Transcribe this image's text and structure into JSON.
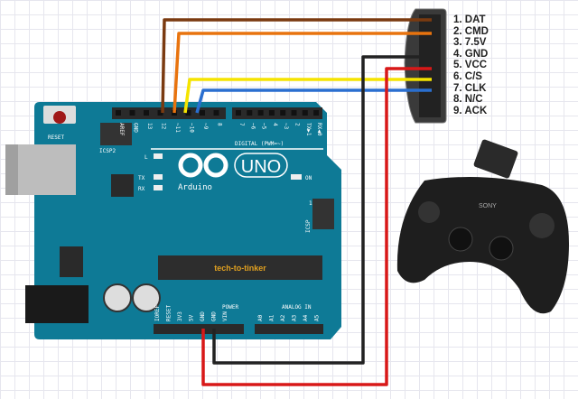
{
  "connector": {
    "pins": [
      "1. DAT",
      "2. CMD",
      "3. 7.5V",
      "4. GND",
      "5. VCC",
      "6. C/S",
      "7. CLK",
      "8. N/C",
      "9. ACK"
    ]
  },
  "board": {
    "logo": "Arduino",
    "model": "UNO",
    "reset": "RESET",
    "icsp2": "ICSP2",
    "icsp": "ICSP",
    "icsp_pin1": "1",
    "led_l": "L",
    "led_tx": "TX",
    "led_rx": "RX",
    "led_on": "ON",
    "digital_label": "DIGITAL (PWM=~)",
    "power_label": "POWER",
    "analog_label": "ANALOG IN",
    "chip_label": "tech-to-tinker",
    "digital_pins": [
      "AREF",
      "GND",
      "13",
      "12",
      "~11",
      "~10",
      "~9",
      "8",
      "7",
      "~6",
      "~5",
      "4",
      "~3",
      "2",
      "TX▶1",
      "RX◀0"
    ],
    "power_pins": [
      "IOREF",
      "RESET",
      "3V3",
      "5V",
      "GND",
      "GND",
      "VIN"
    ],
    "analog_pins": [
      "A0",
      "A1",
      "A2",
      "A3",
      "A4",
      "A5"
    ]
  },
  "controller": {
    "brand": "SONY"
  },
  "wires": [
    {
      "from": "13",
      "to": "DAT",
      "color": "#7a3a10"
    },
    {
      "from": "12",
      "to": "CMD",
      "color": "#e8730e"
    },
    {
      "from": "~11",
      "to": "C/S",
      "color": "#f5e400"
    },
    {
      "from": "~10",
      "to": "CLK",
      "color": "#2a6fd0"
    },
    {
      "from": "GND",
      "to": "GND",
      "color": "#222222"
    },
    {
      "from": "5V",
      "to": "VCC",
      "color": "#d81818"
    }
  ]
}
